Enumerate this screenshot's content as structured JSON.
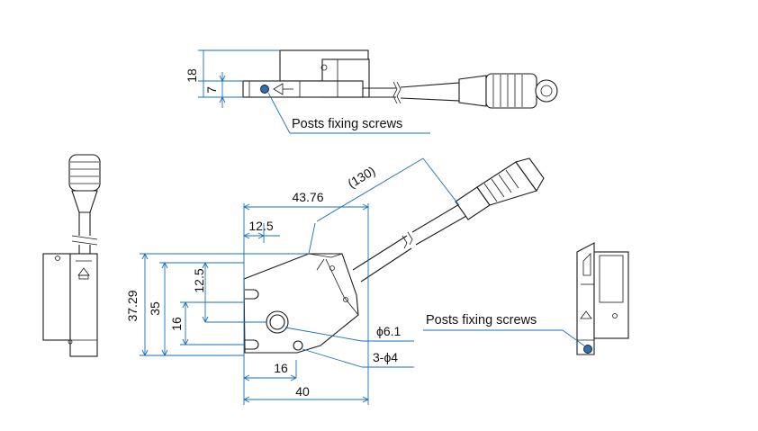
{
  "colors": {
    "dimension_line": "#1b6fb6",
    "outline": "#1a1a1a",
    "screw": "#2f6fae"
  },
  "top_view": {
    "dim_height_total": "18",
    "dim_height_mid": "7",
    "callout_posts_fixing_screws": "Posts fixing screws"
  },
  "front_view": {
    "dim_cable_length": "(130)",
    "dim_width_top": "43.76",
    "dim_offset_left": "12.5",
    "dim_height_total": "37.29",
    "dim_height_35": "35",
    "dim_vertical_12_5": "12.5",
    "dim_vertical_16": "16",
    "dim_hole_center_diameter": "ϕ6.1",
    "dim_holes_3x": "3-ϕ4",
    "dim_bottom_16": "16",
    "dim_bottom_40": "40"
  },
  "right_view": {
    "callout_posts_fixing_screws": "Posts fixing screws"
  }
}
